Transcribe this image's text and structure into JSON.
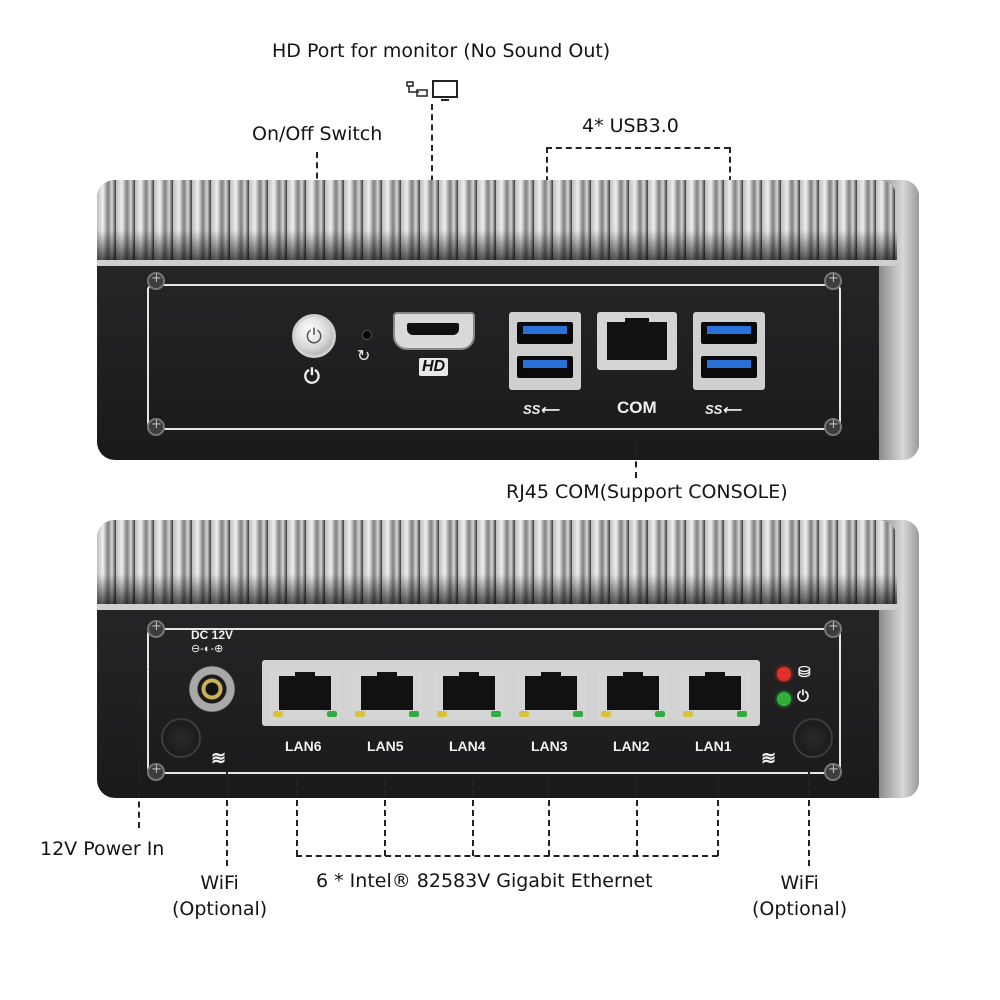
{
  "callouts": {
    "hd_port": "HD Port for monitor (No Sound Out)",
    "on_off": "On/Off Switch",
    "usb": "4* USB3.0",
    "rj45_com": "RJ45 COM(Support CONSOLE)",
    "power_in": "12V Power In",
    "wifi_left": "WiFi\n(Optional)",
    "ethernet": "6 * Intel® 82583V Gigabit Ethernet",
    "wifi_right": "WiFi\n(Optional)"
  },
  "front_panel": {
    "power_icon": "⏻",
    "reset_icon": "↻",
    "hd_logo": "HD",
    "usb_logo_left": "SS⟵",
    "usb_logo_right": "SS⟵",
    "com_label": "COM"
  },
  "rear_panel": {
    "dc_label": "DC 12V",
    "dc_polarity": "⊖-◐-⊕",
    "lan_ports": [
      "LAN6",
      "LAN5",
      "LAN4",
      "LAN3",
      "LAN2",
      "LAN1"
    ],
    "hdd_icon": "⛁",
    "power_icon": "⏻",
    "wifi_icon": "≋"
  },
  "colors": {
    "chassis": "#1e1e1f",
    "usb_blue": "#2b6fd8",
    "led_red": "#e0302a",
    "led_green": "#2fae3d",
    "led_amber": "#d8c23a"
  }
}
